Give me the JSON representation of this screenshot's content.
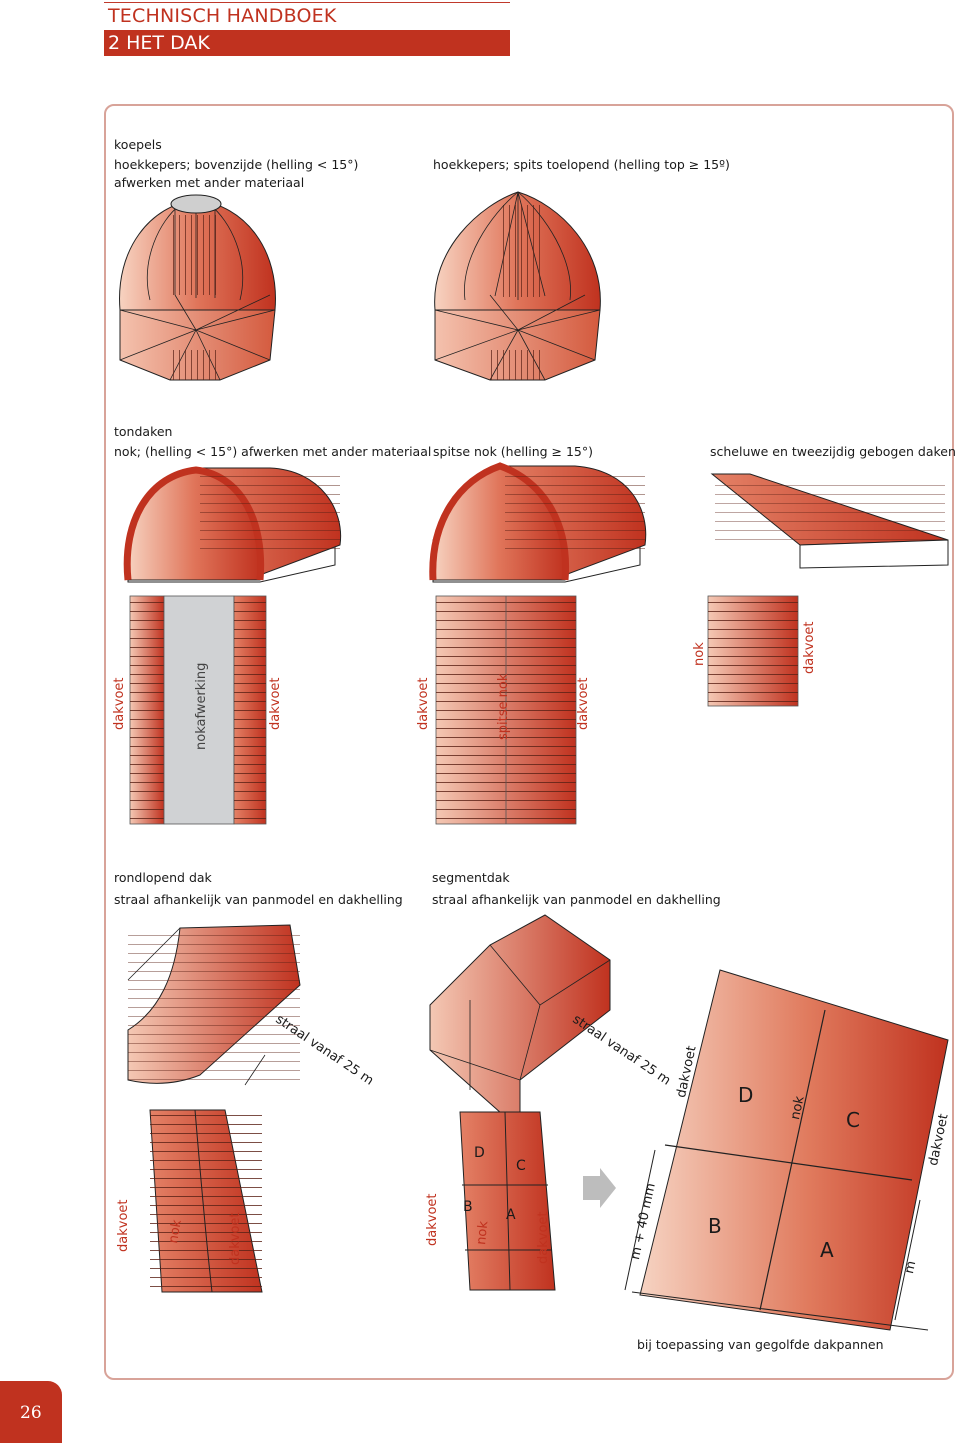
{
  "header": {
    "title": "TECHNISCH HANDBOEK",
    "section": "2 HET DAK"
  },
  "koepels": {
    "heading": "koepels",
    "left_caption_1": "hoekkepers; bovenzijde (helling < 15°)",
    "left_caption_2": "afwerken met ander materiaal",
    "right_caption": "hoekkepers; spits toelopend (helling top ≥ 15º)"
  },
  "tondaken": {
    "heading": "tondaken",
    "caption_1": "nok; (helling < 15°) afwerken met ander materiaal",
    "caption_2": "spitse nok (helling ≥ 15°)",
    "caption_3": "scheluwe en tweezijdig gebogen daken"
  },
  "panel_labels": {
    "p1_left": "dakvoet",
    "p1_mid": "nokafwerking",
    "p1_right": "dakvoet",
    "p2_left": "dakvoet",
    "p2_mid": "spitse nok",
    "p2_right": "dakvoet",
    "p3_nok": "nok",
    "p3_dakvoet": "dakvoet"
  },
  "rondlopend": {
    "heading": "rondlopend dak",
    "caption": "straal afhankelijk van panmodel en dakhelling",
    "radius_label": "straal vanaf 25 m",
    "lbl_dakvoet_left": "dakvoet",
    "lbl_nok": "nok",
    "lbl_dakvoet_right": "dakvoet"
  },
  "segmentdak": {
    "heading": "segmentdak",
    "caption": "straal afhankelijk van panmodel en dakhelling",
    "radius_label": "straal vanaf 25 m",
    "lbl_dakvoet_left": "dakvoet",
    "lbl_nok": "nok",
    "lbl_dakvoet_right": "dakvoet",
    "small_D": "D",
    "small_C": "C",
    "small_B": "B",
    "small_A": "A",
    "big_D": "D",
    "big_C": "C",
    "big_B": "B",
    "big_A": "A",
    "big_nok": "nok",
    "big_dakvoet_top": "dakvoet",
    "big_dakvoet_right": "dakvoet",
    "dim_left": "m + 40 mm",
    "dim_right": "m",
    "footnote": "bij toepassing van gegolfde dakpannen"
  },
  "page_number": "26",
  "colors": {
    "accent": "#c0321f",
    "tile_dark": "#c0321f",
    "tile_light": "#f2c4b0",
    "frame": "#d8a399"
  }
}
